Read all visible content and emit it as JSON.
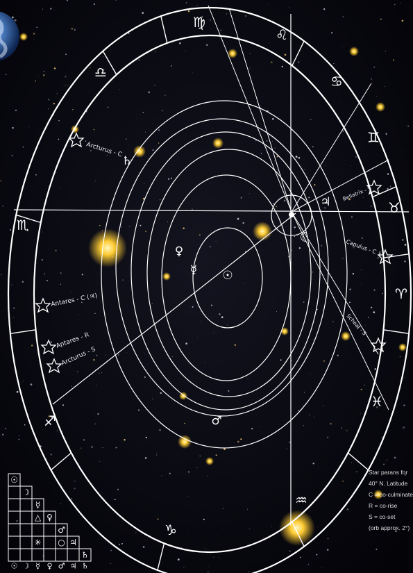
{
  "zodiac": {
    "virgo": "♍",
    "leo": "♌",
    "cancer": "♋",
    "gemini": "♊",
    "taurus": "♉",
    "aries": "♈",
    "pisces": "♓",
    "aquarius": "♒",
    "capricorn": "♑",
    "sagittarius": "♐",
    "scorpio": "♏",
    "libra": "♎"
  },
  "planets": {
    "saturn": "♄",
    "jupiter": "♃",
    "moon": "☾",
    "venus": "♀",
    "mercury": "☿",
    "sun": "☉",
    "mars": "♂"
  },
  "star_labels": {
    "arcturus_c": "Arcturus - C",
    "bellatrix_s": "Bellatrix - S",
    "capulus": "Capulus - C ♄",
    "scheat": "Scheat - S",
    "antares_c": "Antares - C (♃)",
    "antares_r": "Antares - R",
    "arcturus_s": "Arcturus - S"
  },
  "legend": [
    "Star parans for",
    "40° N. Latitude",
    "C = co-culminate",
    "R = co-rise",
    "S = co-set",
    "(orb approx. 2°)"
  ],
  "aspect_grid": {
    "row_glyphs": [
      "☉",
      "☽",
      "☿",
      "♀",
      "♂",
      "♃",
      "♄"
    ],
    "col_glyphs": [
      "☉",
      "☽",
      "☿",
      "♀",
      "♂",
      "♃",
      "♄"
    ],
    "cells": [
      {
        "row": 3,
        "col": 2,
        "symbol": "△"
      },
      {
        "row": 5,
        "col": 2,
        "symbol": "✳"
      },
      {
        "row": 5,
        "col": 4,
        "symbol": "○"
      }
    ]
  },
  "colors": {
    "ring": "#ffffff",
    "sky": "#05050c",
    "star": "#ffcc33"
  }
}
